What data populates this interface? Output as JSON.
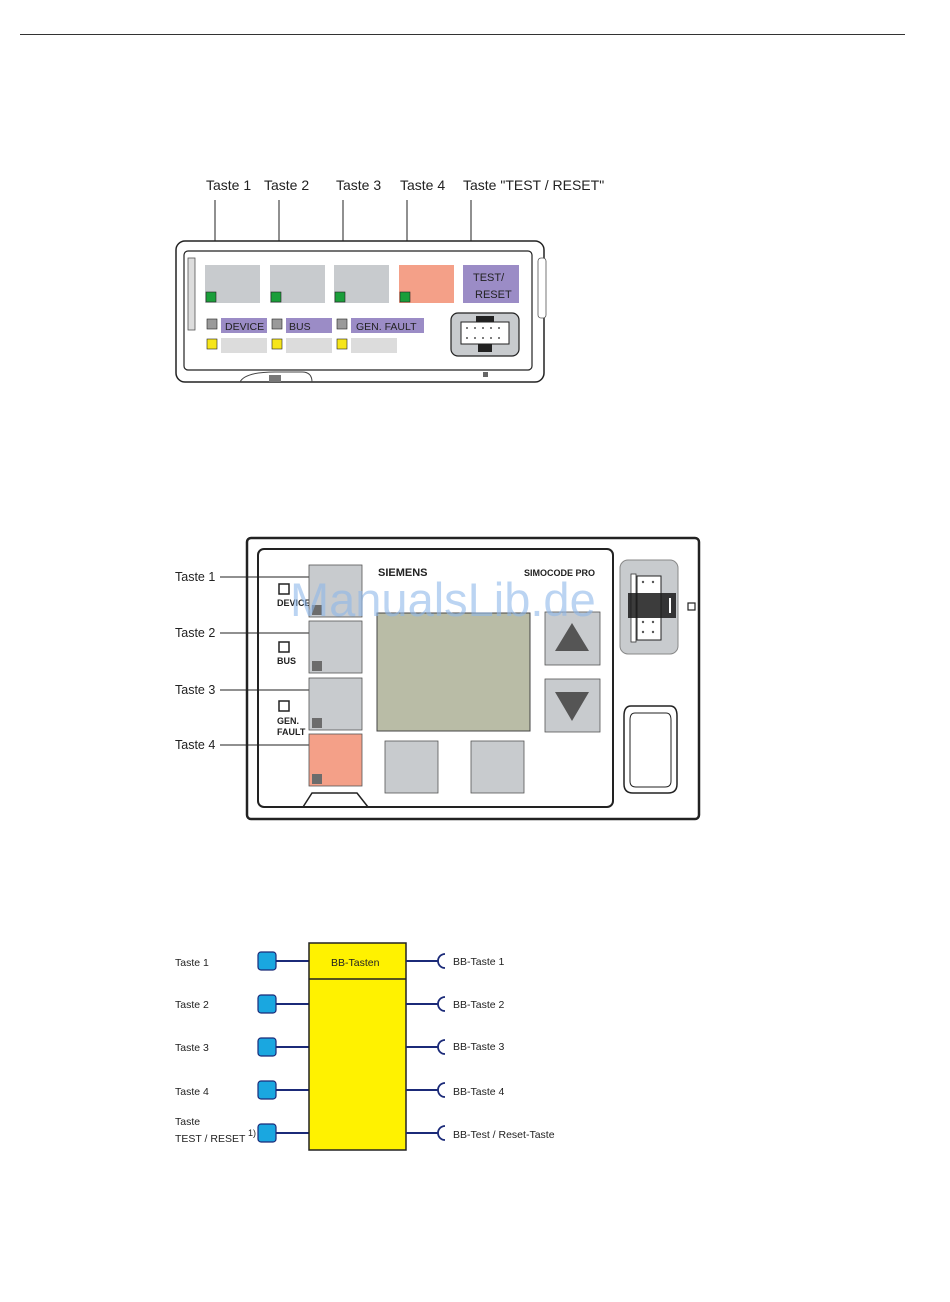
{
  "figure1": {
    "callouts": [
      "Taste 1",
      "Taste 2",
      "Taste 3",
      "Taste 4",
      "Taste \"TEST / RESET\""
    ],
    "test_reset_key": [
      "TEST/",
      "RESET"
    ],
    "led_labels": [
      "DEVICE",
      "BUS",
      "GEN. FAULT"
    ]
  },
  "figure2": {
    "brand": "SIEMENS",
    "product": "SIMOCODE PRO",
    "callouts": [
      "Taste 1",
      "Taste 2",
      "Taste 3",
      "Taste 4"
    ],
    "led_labels": {
      "device": "DEVICE",
      "bus": "BUS",
      "gen_fault_1": "GEN.",
      "gen_fault_2": "FAULT"
    },
    "watermark": "ManualsLib.de"
  },
  "figure3": {
    "block_title": "BB-Tasten",
    "inputs": [
      "Taste 1",
      "Taste 2",
      "Taste 3",
      "Taste 4"
    ],
    "input5": [
      "Taste",
      "TEST / RESET"
    ],
    "footnote_mark": "1)",
    "outputs": [
      "BB-Taste 1",
      "BB-Taste 2",
      "BB-Taste 3",
      "BB-Taste 4",
      "BB-Test / Reset-Taste"
    ]
  },
  "colors": {
    "key_gray": "#c8cbce",
    "key_orange": "#f4a088",
    "key_purple": "#9b8cc6",
    "led_green": "#1a9e3a",
    "led_yellow": "#f6e51a",
    "led_gray": "#9a9a9a",
    "display": "#b9bca6",
    "block_yellow": "#fff200",
    "connector_blue": "#1aa7e0",
    "line_navy": "#1b2a78"
  }
}
